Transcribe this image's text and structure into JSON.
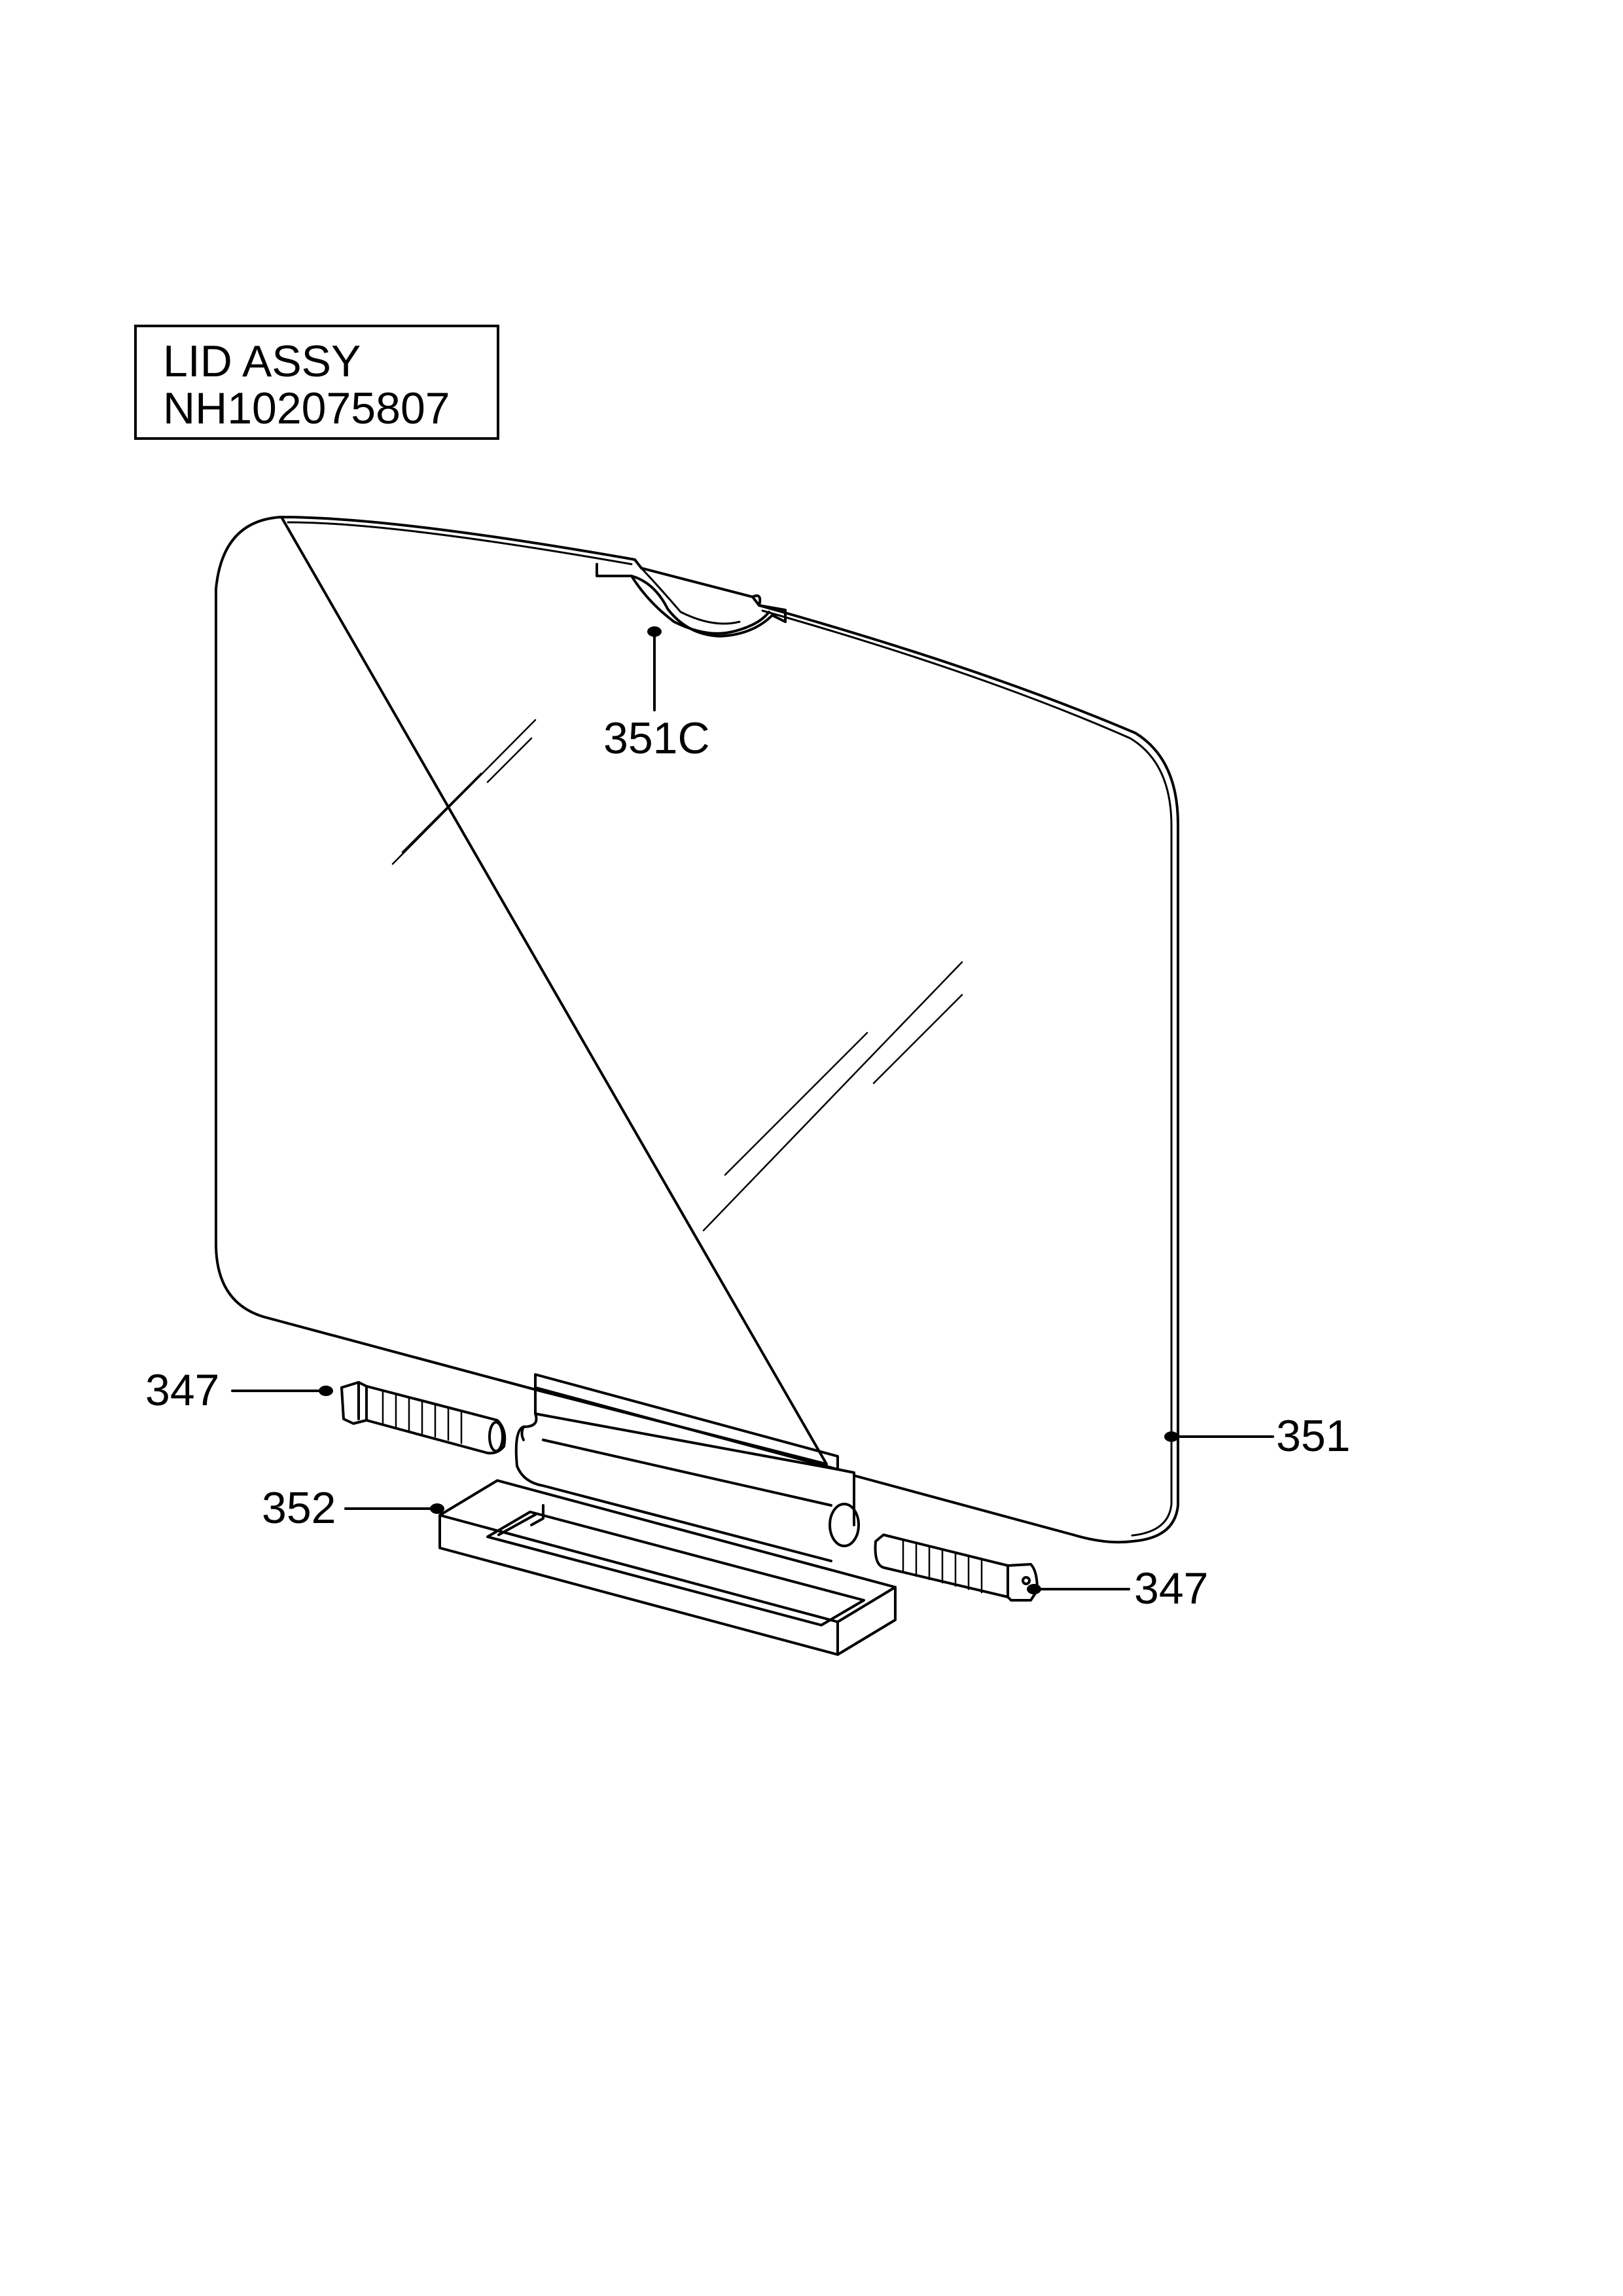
{
  "title": {
    "name": "LID ASSY",
    "part_number": "NH102075807"
  },
  "callouts": {
    "lid_notch": "351C",
    "lid": "351",
    "hinge_pin_left": "347",
    "hinge_pin_right": "347",
    "hinge_cover": "352"
  },
  "colors": {
    "line": "#000000",
    "background": "#ffffff"
  }
}
